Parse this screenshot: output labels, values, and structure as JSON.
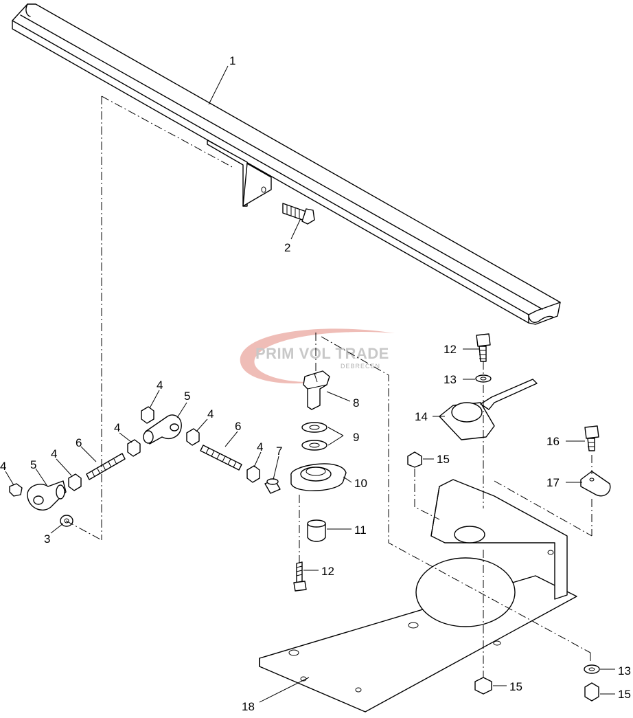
{
  "watermark": {
    "name": "PRIM VOL TRADE",
    "city": "DEBRECEN",
    "accent": "#d9463a"
  },
  "callouts": [
    {
      "id": "c1",
      "text": "1"
    },
    {
      "id": "c2",
      "text": "2"
    },
    {
      "id": "c3",
      "text": "3"
    },
    {
      "id": "c4a",
      "text": "4"
    },
    {
      "id": "c4b",
      "text": "4"
    },
    {
      "id": "c4c",
      "text": "4"
    },
    {
      "id": "c4d",
      "text": "4"
    },
    {
      "id": "c4e",
      "text": "4"
    },
    {
      "id": "c4f",
      "text": "4"
    },
    {
      "id": "c5a",
      "text": "5"
    },
    {
      "id": "c5b",
      "text": "5"
    },
    {
      "id": "c6a",
      "text": "6"
    },
    {
      "id": "c6b",
      "text": "6"
    },
    {
      "id": "c7",
      "text": "7"
    },
    {
      "id": "c8",
      "text": "8"
    },
    {
      "id": "c9",
      "text": "9"
    },
    {
      "id": "c10",
      "text": "10"
    },
    {
      "id": "c11",
      "text": "11"
    },
    {
      "id": "c12a",
      "text": "12"
    },
    {
      "id": "c12b",
      "text": "12"
    },
    {
      "id": "c13a",
      "text": "13"
    },
    {
      "id": "c13b",
      "text": "13"
    },
    {
      "id": "c14",
      "text": "14"
    },
    {
      "id": "c15a",
      "text": "15"
    },
    {
      "id": "c15b",
      "text": "15"
    },
    {
      "id": "c15c",
      "text": "15"
    },
    {
      "id": "c16",
      "text": "16"
    },
    {
      "id": "c17",
      "text": "17"
    },
    {
      "id": "c18",
      "text": "18"
    }
  ]
}
